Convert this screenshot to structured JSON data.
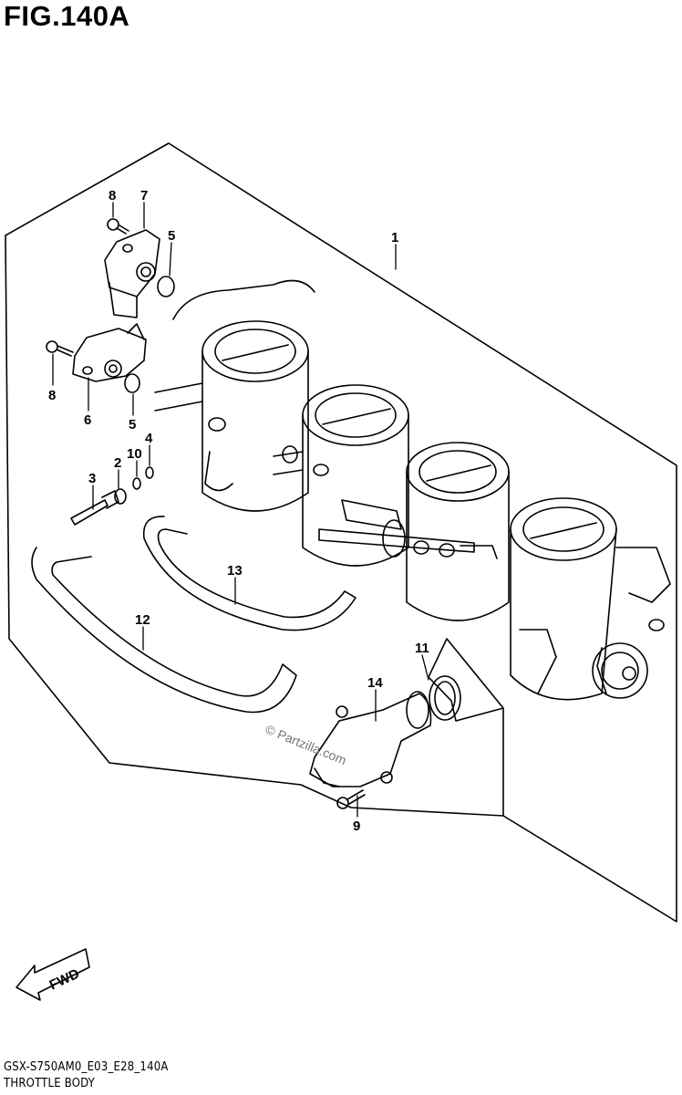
{
  "figure": {
    "title": "FIG.140A",
    "diagram_code": "GSX-S750AM0_E03_E28_140A",
    "section_name": "THROTTLE BODY",
    "watermark": "© Partzilla.com",
    "direction_label": "FWD"
  },
  "callouts": [
    {
      "id": "c1",
      "label": "1"
    },
    {
      "id": "c7",
      "label": "7"
    },
    {
      "id": "c8a",
      "label": "8"
    },
    {
      "id": "c5a",
      "label": "5"
    },
    {
      "id": "c8b",
      "label": "8"
    },
    {
      "id": "c6",
      "label": "6"
    },
    {
      "id": "c5b",
      "label": "5"
    },
    {
      "id": "c4",
      "label": "4"
    },
    {
      "id": "c10",
      "label": "10"
    },
    {
      "id": "c2",
      "label": "2"
    },
    {
      "id": "c3",
      "label": "3"
    },
    {
      "id": "c13",
      "label": "13"
    },
    {
      "id": "c12",
      "label": "12"
    },
    {
      "id": "c11",
      "label": "11"
    },
    {
      "id": "c14",
      "label": "14"
    },
    {
      "id": "c9",
      "label": "9"
    }
  ]
}
